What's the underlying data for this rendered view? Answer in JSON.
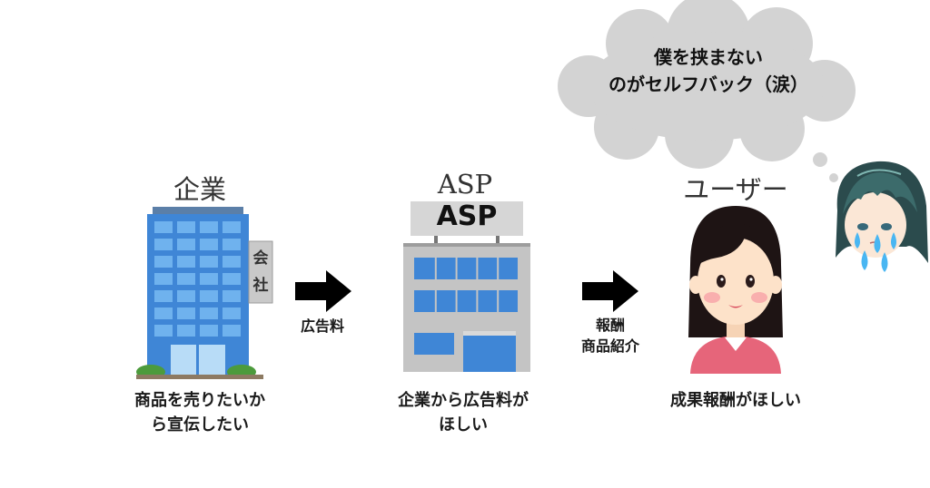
{
  "bubble": {
    "line1": "僕を挟まない",
    "line2": "のがセルフバック（涙）"
  },
  "company": {
    "title": "企業",
    "sign_char1": "会",
    "sign_char2": "社",
    "caption_line1": "商品を売りたいか",
    "caption_line2": "ら宣伝したい"
  },
  "arrow1": {
    "label": "広告料"
  },
  "asp": {
    "title": "ASP",
    "sign": "ASP",
    "caption_line1": "企業から広告料が",
    "caption_line2": "ほしい"
  },
  "arrow2": {
    "label_line1": "報酬",
    "label_line2": "商品紹介"
  },
  "user": {
    "title": "ユーザー",
    "caption": "成果報酬がほしい"
  },
  "colors": {
    "building_blue": "#3f86d6",
    "window_light": "#6fb2ee",
    "asp_grey": "#c9c9c9",
    "bubble_grey": "#d3d3d3",
    "skin": "#fde2c9",
    "hair": "#1e1414",
    "shirt": "#e6657a",
    "arrow": "#000000"
  }
}
